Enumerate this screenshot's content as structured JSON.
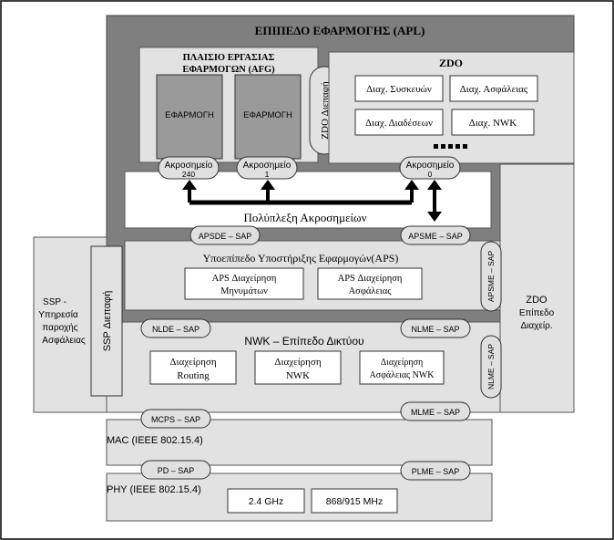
{
  "apl": {
    "title": "ΕΠΙΠΕΔΟ ΕΦΑΡΜΟΓΗΣ (APL)"
  },
  "afg": {
    "title_line1": "ΠΛΑΙΣΙΟ ΕΡΓΑΣΙΑΣ",
    "title_line2": "ΕΦΑΡΜΟΓΩΝ (AFG)",
    "app1": "ΕΦΑΡΜΟΓΗ",
    "app2": "ΕΦΑΡΜΟΓΗ"
  },
  "zdo_interface": "ZDO Διεπαφή",
  "zdo": {
    "title": "ZDO",
    "devices": "Διαχ. Συσκευών",
    "security": "Διαχ. Ασφάλειας",
    "bindings": "Διαχ. Διαδέσεων",
    "nwk": "Διαχ. NWK"
  },
  "endpoints": {
    "ep240_label": "Ακροσημείο",
    "ep240_num": "240",
    "ep1_label": "Ακροσημείο",
    "ep1_num": "1",
    "ep0_label": "Ακροσημείο",
    "ep0_num": "0"
  },
  "multiplexing": "Πολύπλεξη Ακροσημείων",
  "aps": {
    "title": "Υποεπίπεδο Υποστήριξης Εφαρμογών(APS)",
    "msg_line1": "APS Διαχείρηση",
    "msg_line2": "Μηνυμάτων",
    "sec_line1": "APS Διαχείρηση",
    "sec_line2": "Ασφάλειας"
  },
  "saps": {
    "apsde": "APSDE – SAP",
    "apsme": "APSME – SAP",
    "apsme_vertical": "APSME – SAP",
    "nlde": "NLDE – SAP",
    "nlme": "NLME – SAP",
    "nlme_vertical": "NLME – SAP",
    "mcps": "MCPS – SAP",
    "mlme": "MLME – SAP",
    "pd": "PD – SAP",
    "plme": "PLME – SAP"
  },
  "ssp": {
    "line1": "SSP -",
    "line2": "Υπηρεσία",
    "line3": "παροχής",
    "line4": "Ασφάλειας",
    "interface": "SSP Διεπαφή"
  },
  "zdo_mgmt": {
    "line1": "ZDO",
    "line2": "Επίπεδο",
    "line3": "Διαχείρ."
  },
  "nwk": {
    "title": "NWK – Επίπεδο Δικτύου",
    "routing_line1": "Διαχείρηση",
    "routing_line2": "Routing",
    "nwk_line1": "Διαχείρηση",
    "nwk_line2": "NWK",
    "sec_line1": "Διαχείρηση",
    "sec_line2": "Ασφάλειας NWK"
  },
  "mac": {
    "title": "MAC (IEEE 802.15.4)"
  },
  "phy": {
    "title": "PHY (IEEE 802.15.4)",
    "band1": "2.4 GHz",
    "band2": "868/915 MHz"
  },
  "colors": {
    "apl_gray": "#7f7f7f",
    "inner_light": "#e2e2e2",
    "app_gray": "#9a9a9a",
    "sap_fill": "#e0e0e0",
    "line": "#000000"
  }
}
